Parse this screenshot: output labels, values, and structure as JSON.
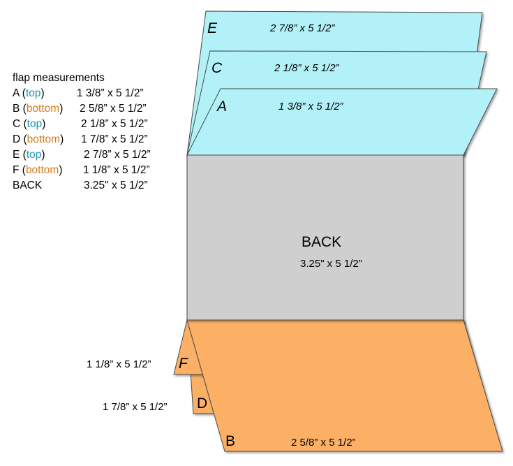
{
  "legend": {
    "title": "flap measurements",
    "rows": [
      {
        "letter": "A",
        "pos": "top",
        "dims": "1 3/8”  x  5 1/2”"
      },
      {
        "letter": "B",
        "pos": "bottom",
        "dims": "2 5/8”  x  5 1/2”"
      },
      {
        "letter": "C",
        "pos": "top",
        "dims": "2 1/8”  x  5 1/2”"
      },
      {
        "letter": "D",
        "pos": "bottom",
        "dims": "1 7/8”  x  5 1/2”"
      },
      {
        "letter": "E",
        "pos": "top",
        "dims": "2 7/8”  x  5 1/2”"
      },
      {
        "letter": "F",
        "pos": "bottom",
        "dims": "1 1/8”  x  5 1/2”"
      }
    ],
    "back": {
      "label": "BACK",
      "dims": "3.25\" x  5 1/2”"
    }
  },
  "panels": {
    "E": {
      "letter": "E",
      "dims": "2 7/8”  x  5 1/2”"
    },
    "C": {
      "letter": "C",
      "dims": "2 1/8”  x  5 1/2”"
    },
    "A": {
      "letter": "A",
      "dims": "1 3/8” x  5 1/2”"
    },
    "back": {
      "label": "BACK",
      "dims": "3.25\" x  5 1/2”"
    },
    "F": {
      "letter": "F",
      "dims": "1 1/8”  x  5 1/2”"
    },
    "D": {
      "letter": "D",
      "dims": "1 7/8”  x  5 1/2”"
    },
    "B": {
      "letter": "B",
      "dims": "2 5/8”  x  5 1/2”"
    }
  },
  "colors": {
    "top": "#1b93b4",
    "bottom": "#d77a1a",
    "top_fill": "#b3f1f9",
    "bottom_fill": "#fbb066",
    "back_fill": "#cfcfcf"
  }
}
